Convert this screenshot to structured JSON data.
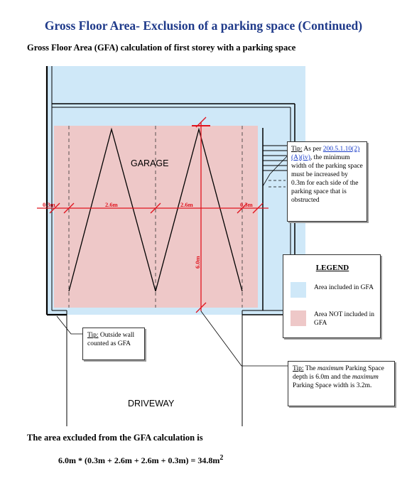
{
  "title": "Gross Floor Area- Exclusion of a parking space (Continued)",
  "subtitle": "Gross Floor Area (GFA) calculation of first storey with a parking space",
  "diagram": {
    "garage_label": "GARAGE",
    "driveway_label": "DRIVEWAY",
    "dim_left": "0.3m",
    "dim_space1": "2.6m",
    "dim_space2": "2.6m",
    "dim_right": "0.3m",
    "dim_depth": "6.0m"
  },
  "tip_right": {
    "label": "Tip:",
    "pre": " As per",
    "link": "200.5.1.10(2)(A)(iv)",
    "body": ", the minimum width of the parking space must be increased by 0.3m for each side of the parking space that is obstructed"
  },
  "tip_left": {
    "label": "Tip:",
    "body": " Outside wall counted as GFA"
  },
  "tip_bottom": {
    "label": "Tip:",
    "t1": " The ",
    "em1": "maximum",
    "t2": " Parking Space depth is 6.0m and the ",
    "em2": "maximum",
    "t3": " Parking Space width is 3.2m."
  },
  "legend": {
    "title": "LEGEND",
    "included": "Area included in GFA",
    "excluded": "Area NOT included in GFA"
  },
  "colors": {
    "included": "#cfe8f8",
    "excluded": "#eec8c8",
    "dimension": "#e0141e",
    "title": "#1f3a8a"
  },
  "result": {
    "text": "The area excluded from the GFA calculation is",
    "formula": "6.0m * (0.3m + 2.6m + 2.6m + 0.3m) = 34.8m",
    "formula_sup": "2"
  }
}
